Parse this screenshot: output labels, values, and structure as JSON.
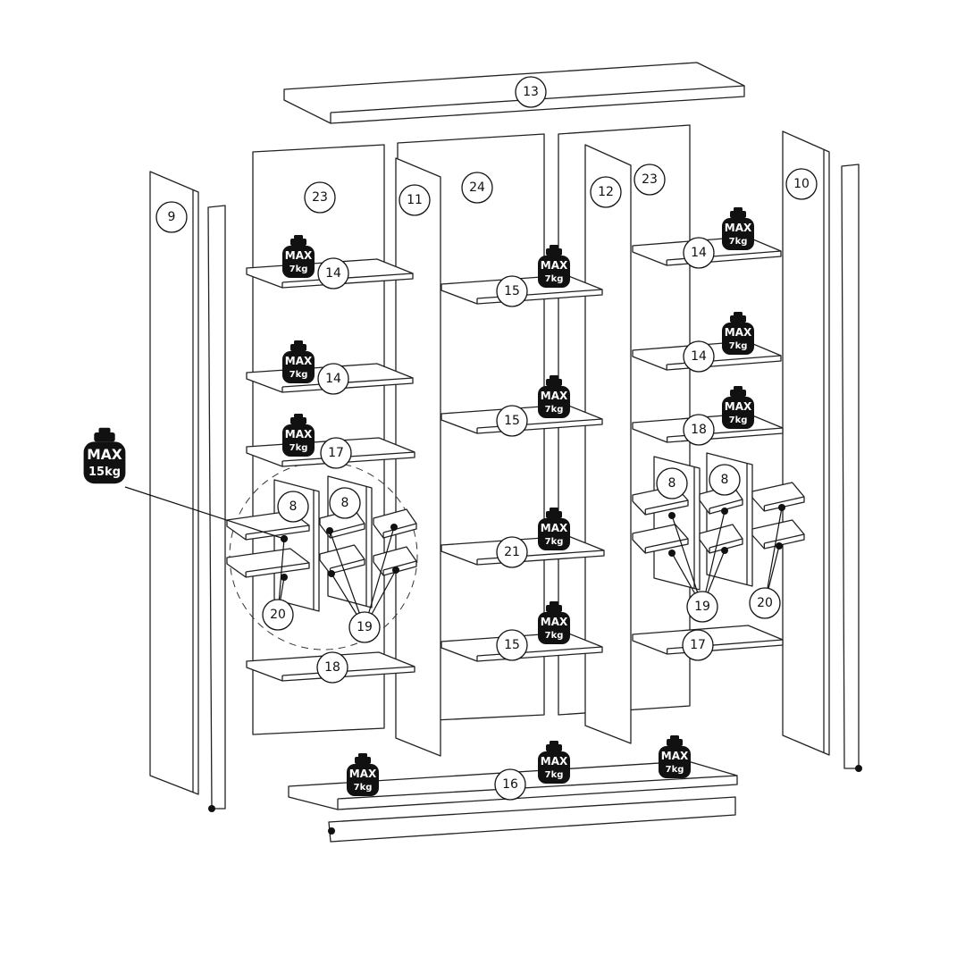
{
  "diagram": {
    "parts": {
      "top_panel": "13",
      "back_left": "23",
      "back_middle": "24",
      "back_right": "23",
      "side_inner_left": "11",
      "side_inner_right": "12",
      "side_left": "9",
      "side_right": "10",
      "shelf_14": [
        "14",
        "14",
        "14",
        "14"
      ],
      "shelf_15": [
        "15",
        "15",
        "15"
      ],
      "shelf_21": "21",
      "shelf_17": [
        "17",
        "17"
      ],
      "shelf_18": [
        "18",
        "18"
      ],
      "divider_8": [
        "8",
        "8",
        "8",
        "8"
      ],
      "connector_19": [
        "19",
        "19"
      ],
      "connector_20": [
        "20",
        "20"
      ],
      "bottom_panel": "16"
    },
    "weights": {
      "max_label": "MAX",
      "shelf_load": "7kg",
      "small_shelf_load": "15kg"
    }
  }
}
